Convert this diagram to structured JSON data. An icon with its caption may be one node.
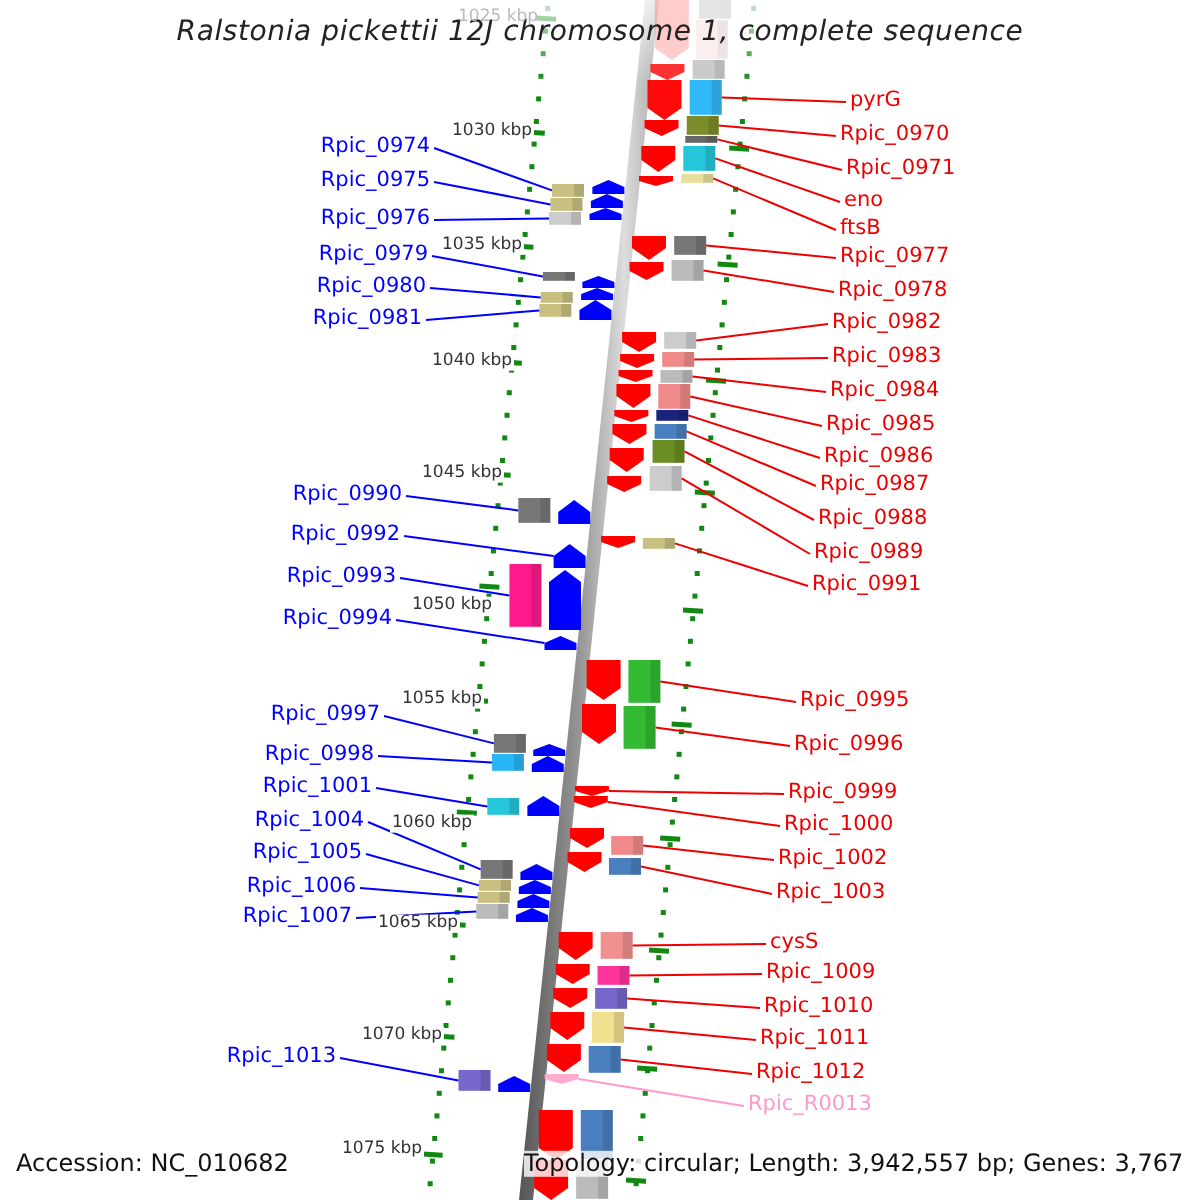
{
  "diagram": {
    "title": "Ralstonia pickettii 12J chromosome 1, complete sequence",
    "nodes": [
      {
        "text": [
          "Rpic_0974"
        ]
      },
      {
        "text": [
          "Rpic_0975"
        ]
      },
      {
        "text": [
          "Rpic_0976"
        ]
      },
      {
        "text": [
          "Rpic_0979"
        ]
      },
      {
        "text": [
          "Rpic_0980"
        ]
      },
      {
        "text": [
          "Rpic_0981"
        ]
      },
      {
        "text": [
          "Rpic_0990"
        ]
      },
      {
        "text": [
          "Rpic_0992"
        ]
      },
      {
        "text": [
          "Rpic_0993"
        ]
      },
      {
        "text": [
          "Rpic_0994"
        ]
      },
      {
        "text": [
          "Rpic_0997"
        ]
      },
      {
        "text": [
          "Rpic_0998"
        ]
      },
      {
        "text": [
          "Rpic_1001"
        ]
      },
      {
        "text": [
          "Rpic_1004"
        ]
      },
      {
        "text": [
          "Rpic_1005"
        ]
      },
      {
        "text": [
          "Rpic_1006"
        ]
      },
      {
        "text": [
          "Rpic_1007"
        ]
      },
      {
        "text": [
          "Rpic_1013"
        ]
      },
      {
        "text": [
          "pyrG"
        ]
      },
      {
        "text": [
          "Rpic_0970"
        ]
      },
      {
        "text": [
          "Rpic_0971"
        ]
      },
      {
        "text": [
          "eno"
        ]
      },
      {
        "text": [
          "ftsB"
        ]
      },
      {
        "text": [
          "Rpic_0977"
        ]
      },
      {
        "text": [
          "Rpic_0978"
        ]
      },
      {
        "text": [
          "Rpic_0982"
        ]
      },
      {
        "text": [
          "Rpic_0983"
        ]
      },
      {
        "text": [
          "Rpic_0984"
        ]
      },
      {
        "text": [
          "Rpic_0985"
        ]
      },
      {
        "text": [
          "Rpic_0986"
        ]
      },
      {
        "text": [
          "Rpic_0987"
        ]
      },
      {
        "text": [
          "Rpic_0988"
        ]
      },
      {
        "text": [
          "Rpic_0989"
        ]
      },
      {
        "text": [
          "Rpic_0991"
        ]
      },
      {
        "text": [
          "Rpic_0995"
        ]
      },
      {
        "text": [
          "Rpic_0996"
        ]
      },
      {
        "text": [
          "Rpic_0999"
        ]
      },
      {
        "text": [
          "Rpic_1000"
        ]
      },
      {
        "text": [
          "Rpic_1002"
        ]
      },
      {
        "text": [
          "Rpic_1003"
        ]
      },
      {
        "text": [
          "cysS"
        ]
      },
      {
        "text": [
          "Rpic_1009"
        ]
      },
      {
        "text": [
          "Rpic_1010"
        ]
      },
      {
        "text": [
          "Rpic_1011"
        ]
      },
      {
        "text": [
          "Rpic_1012"
        ]
      },
      {
        "text": [
          "Rpic_R0013"
        ]
      },
      {
        "text": [],
        "shape": "box"
      },
      {
        "text": [],
        "shape": "box"
      },
      {
        "text": [],
        "shape": "box"
      },
      {
        "text": [],
        "shape": "box"
      },
      {
        "text": [],
        "shape": "box"
      },
      {
        "text": [],
        "shape": "box"
      },
      {
        "text": [],
        "shape": "box"
      },
      {
        "text": [],
        "shape": "pentagon"
      },
      {
        "text": [],
        "shape": "box"
      },
      {
        "text": [],
        "shape": "pentagon"
      },
      {
        "text": [],
        "shape": "box"
      },
      {
        "text": [],
        "shape": "box"
      },
      {
        "text": [],
        "shape": "box"
      },
      {
        "text": [],
        "shape": "box"
      },
      {
        "text": [],
        "shape": "box"
      },
      {
        "text": [],
        "shape": "box"
      },
      {
        "text": [],
        "shape": "box"
      },
      {
        "text": [],
        "shape": "box"
      },
      {
        "text": [],
        "shape": "box"
      },
      {
        "text": [],
        "shape": "box"
      },
      {
        "text": [],
        "shape": "box"
      },
      {
        "text": [],
        "shape": "box"
      },
      {
        "text": [],
        "shape": "box"
      },
      {
        "text": [],
        "shape": "box"
      },
      {
        "text": [],
        "shape": "box"
      },
      {
        "text": [],
        "shape": "box"
      },
      {
        "text": [],
        "shape": "box"
      },
      {
        "text": [],
        "shape": "box"
      },
      {
        "text": [],
        "shape": "box"
      },
      {
        "text": [],
        "shape": "box"
      },
      {
        "text": [],
        "shape": "box"
      },
      {
        "text": [],
        "shape": "box"
      },
      {
        "text": [],
        "shape": "box"
      },
      {
        "text": [],
        "shape": "box"
      },
      {
        "text": [],
        "shape": "box"
      },
      {
        "text": [],
        "shape": "box"
      },
      {
        "text": [],
        "shape": "pentagon"
      },
      {
        "text": [],
        "shape": "pentagon"
      },
      {
        "text": [],
        "shape": "box"
      },
      {
        "text": [],
        "shape": "box"
      },
      {
        "text": [],
        "shape": "box"
      },
      {
        "text": [],
        "shape": "box"
      },
      {
        "text": [],
        "shape": "box"
      },
      {
        "text": [],
        "shape": "box"
      },
      {
        "text": [],
        "shape": "box"
      },
      {
        "text": [],
        "shape": "pentagon"
      },
      {
        "text": [],
        "shape": "pentagon"
      },
      {
        "text": [],
        "shape": "pentagon"
      },
      {
        "text": [],
        "shape": "pentagon"
      },
      {
        "text": [],
        "shape": "pentagon"
      },
      {
        "text": [],
        "shape": "pentagon"
      },
      {
        "text": [],
        "shape": "pentagon"
      },
      {
        "text": [],
        "shape": "pentagon"
      },
      {
        "text": [],
        "shape": "pentagon"
      },
      {
        "text": [],
        "shape": "pentagon"
      },
      {
        "text": [],
        "shape": "pentagon"
      },
      {
        "text": [],
        "shape": "pentagon"
      },
      {
        "text": [],
        "shape": "pentagon"
      },
      {
        "text": [],
        "shape": "pentagon"
      },
      {
        "text": [],
        "shape": "pentagon"
      },
      {
        "text": [],
        "shape": "pentagon"
      },
      {
        "text": [],
        "shape": "pentagon"
      },
      {
        "text": [],
        "shape": "pentagon"
      },
      {
        "text": [],
        "shape": "pentagon"
      },
      {
        "text": [],
        "shape": "pentagon"
      },
      {
        "text": [],
        "shape": "pentagon"
      },
      {
        "text": [],
        "shape": "pentagon"
      },
      {
        "text": [],
        "shape": "pentagon"
      },
      {
        "text": [],
        "shape": "pentagon"
      },
      {
        "text": [],
        "shape": "pentagon"
      },
      {
        "text": [],
        "shape": "pentagon"
      },
      {
        "text": [],
        "shape": "pentagon"
      },
      {
        "text": [],
        "shape": "pentagon"
      },
      {
        "text": [],
        "shape": "pentagon"
      },
      {
        "text": [],
        "shape": "pentagon"
      },
      {
        "text": [],
        "shape": "pentagon"
      },
      {
        "text": [],
        "shape": "pentagon"
      },
      {
        "text": [],
        "shape": "pentagon"
      },
      {
        "text": [],
        "shape": "pentagon"
      },
      {
        "text": [],
        "shape": "pentagon"
      },
      {
        "text": [],
        "shape": "pentagon"
      },
      {
        "text": [],
        "shape": "pentagon"
      },
      {
        "text": [],
        "shape": "pentagon"
      },
      {
        "text": [],
        "shape": "pentagon"
      },
      {
        "text": [],
        "shape": "pentagon"
      },
      {
        "text": [],
        "shape": "pentagon"
      },
      {
        "text": [],
        "shape": "pentagon"
      },
      {
        "text": [],
        "shape": "pentagon"
      },
      {
        "text": [],
        "shape": "pentagon"
      },
      {
        "text": [],
        "shape": "pentagon"
      },
      {
        "text": [],
        "shape": "box"
      },
      {
        "text": [],
        "shape": "box"
      },
      {
        "text": [],
        "shape": "box"
      },
      {
        "text": [],
        "shape": "box"
      },
      {
        "text": [],
        "shape": "box"
      }
    ],
    "edges": [
      {
        "from": 0,
        "to": 46,
        "arrow": "none",
        "color": "#0000ff"
      },
      {
        "from": 1,
        "to": 47,
        "arrow": "none",
        "color": "#0000ff"
      },
      {
        "from": 2,
        "to": 48,
        "arrow": "none",
        "color": "#0000ff"
      },
      {
        "from": 3,
        "to": 49,
        "arrow": "none",
        "color": "#0000ff"
      },
      {
        "from": 4,
        "to": 50,
        "arrow": "none",
        "color": "#0000ff"
      },
      {
        "from": 5,
        "to": 51,
        "arrow": "none",
        "color": "#0000ff"
      },
      {
        "from": 6,
        "to": 52,
        "arrow": "none",
        "color": "#0000ff"
      },
      {
        "from": 7,
        "to": 53,
        "arrow": "none",
        "color": "#0000ff"
      },
      {
        "from": 8,
        "to": 54,
        "arrow": "none",
        "color": "#0000ff"
      },
      {
        "from": 9,
        "to": 55,
        "arrow": "none",
        "color": "#0000ff"
      },
      {
        "from": 10,
        "to": 56,
        "arrow": "none",
        "color": "#0000ff"
      },
      {
        "from": 11,
        "to": 57,
        "arrow": "none",
        "color": "#0000ff"
      },
      {
        "from": 12,
        "to": 58,
        "arrow": "none",
        "color": "#0000ff"
      },
      {
        "from": 13,
        "to": 59,
        "arrow": "none",
        "color": "#0000ff"
      },
      {
        "from": 14,
        "to": 60,
        "arrow": "none",
        "color": "#0000ff"
      },
      {
        "from": 15,
        "to": 61,
        "arrow": "none",
        "color": "#0000ff"
      },
      {
        "from": 16,
        "to": 62,
        "arrow": "none",
        "color": "#0000ff"
      },
      {
        "from": 17,
        "to": 63,
        "arrow": "none",
        "color": "#0000ff"
      },
      {
        "from": 18,
        "to": 64,
        "arrow": "none"
      },
      {
        "from": 19,
        "to": 65,
        "arrow": "none"
      },
      {
        "from": 20,
        "to": 66,
        "arrow": "none"
      },
      {
        "from": 21,
        "to": 67,
        "arrow": "none"
      },
      {
        "from": 22,
        "to": 68,
        "arrow": "none"
      },
      {
        "from": 23,
        "to": 69,
        "arrow": "none"
      },
      {
        "from": 24,
        "to": 70,
        "arrow": "none"
      },
      {
        "from": 25,
        "to": 71,
        "arrow": "none"
      },
      {
        "from": 26,
        "to": 72,
        "arrow": "none"
      },
      {
        "from": 27,
        "to": 73,
        "arrow": "none"
      },
      {
        "from": 28,
        "to": 74,
        "arrow": "none"
      },
      {
        "from": 29,
        "to": 75,
        "arrow": "none"
      },
      {
        "from": 30,
        "to": 76,
        "arrow": "none"
      },
      {
        "from": 31,
        "to": 77,
        "arrow": "none"
      },
      {
        "from": 32,
        "to": 78,
        "arrow": "none"
      },
      {
        "from": 33,
        "to": 79,
        "arrow": "none"
      },
      {
        "from": 34,
        "to": 80,
        "arrow": "none"
      },
      {
        "from": 35,
        "to": 81,
        "arrow": "none"
      },
      {
        "from": 36,
        "to": 82,
        "arrow": "none"
      },
      {
        "from": 37,
        "to": 83,
        "arrow": "none"
      },
      {
        "from": 38,
        "to": 84,
        "arrow": "none"
      },
      {
        "from": 39,
        "to": 85,
        "arrow": "none"
      },
      {
        "from": 40,
        "to": 86,
        "arrow": "none"
      },
      {
        "from": 41,
        "to": 87,
        "arrow": "none"
      },
      {
        "from": 42,
        "to": 88,
        "arrow": "none"
      },
      {
        "from": 43,
        "to": 89,
        "arrow": "none"
      },
      {
        "from": 44,
        "to": 90,
        "arrow": "none"
      },
      {
        "from": 45,
        "to": 91,
        "arrow": "none",
        "color": "#ff99cc"
      }
    ],
    "labels": [
      "1025 kbp",
      "1030 kbp",
      "1035 kbp",
      "1040 kbp",
      "1045 kbp",
      "1050 kbp",
      "1055 kbp",
      "1060 kbp",
      "1065 kbp",
      "1070 kbp",
      "1075 kbp",
      "Accession: NC_010682",
      "Topology: circular; Length: 3,942,557 bp; Genes: 3,767"
    ]
  }
}
